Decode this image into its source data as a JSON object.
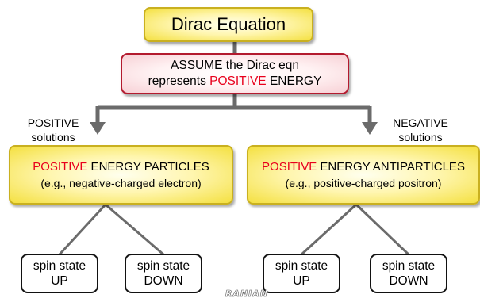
{
  "title": "Dirac Equation",
  "assume": {
    "line1": "ASSUME the Dirac eqn",
    "line2_prefix": "represents ",
    "line2_red": "POSITIVE",
    "line2_suffix": " ENERGY"
  },
  "left_branch": {
    "label_line1": "POSITIVE",
    "label_line2": "solutions",
    "heading_red": "POSITIVE",
    "heading_rest": " ENERGY PARTICLES",
    "example": "(e.g., negative-charged electron)"
  },
  "right_branch": {
    "label_line1": "NEGATIVE",
    "label_line2": "solutions",
    "heading_red": "POSITIVE",
    "heading_rest": " ENERGY ANTIPARTICLES",
    "example": "(e.g., positive-charged positron)"
  },
  "spin_states": [
    {
      "line1": "spin state",
      "line2": "UP"
    },
    {
      "line1": "spin state",
      "line2": "DOWN"
    },
    {
      "line1": "spin state",
      "line2": "UP"
    },
    {
      "line1": "spin state",
      "line2": "DOWN"
    }
  ],
  "logo_text": "RANIAN",
  "colors": {
    "highlight_red": "#e8001c",
    "connector_gray": "#6b6b6b",
    "yellow_border": "#c9b020",
    "assume_border": "#b31a2e"
  }
}
